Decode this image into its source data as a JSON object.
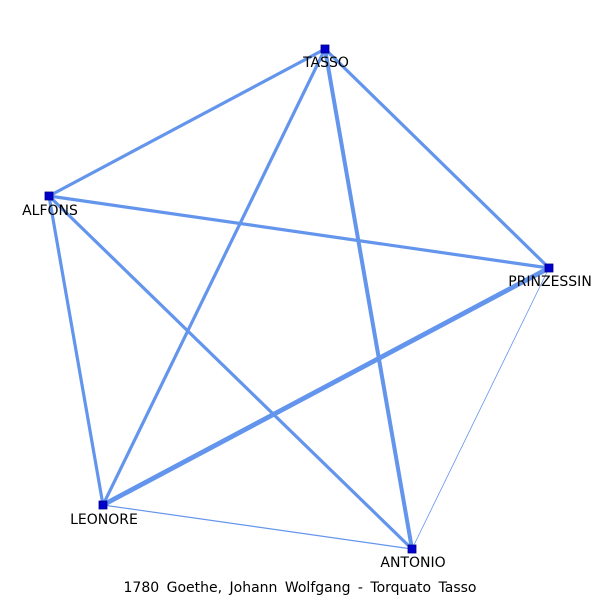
{
  "caption": "1780  Goethe,  Johann  Wolfgang  -  Torquato  Tasso",
  "colors": {
    "edge": "#6495ED",
    "node_fill": "#0000CD",
    "node_stroke": "#00008B",
    "label": "#000000"
  },
  "nodes": [
    {
      "id": "tasso",
      "label": "TASSO"
    },
    {
      "id": "alfons",
      "label": "ALFONS"
    },
    {
      "id": "prinzessin",
      "label": "PRINZESSIN"
    },
    {
      "id": "leonore",
      "label": "LEONORE"
    },
    {
      "id": "antonio",
      "label": "ANTONIO"
    }
  ],
  "edges": [
    {
      "source": "tasso",
      "target": "alfons",
      "weight": 4
    },
    {
      "source": "tasso",
      "target": "prinzessin",
      "weight": 4
    },
    {
      "source": "tasso",
      "target": "leonore",
      "weight": 4
    },
    {
      "source": "tasso",
      "target": "antonio",
      "weight": 5
    },
    {
      "source": "alfons",
      "target": "prinzessin",
      "weight": 4
    },
    {
      "source": "alfons",
      "target": "leonore",
      "weight": 4
    },
    {
      "source": "alfons",
      "target": "antonio",
      "weight": 4
    },
    {
      "source": "prinzessin",
      "target": "leonore",
      "weight": 6
    },
    {
      "source": "prinzessin",
      "target": "antonio",
      "weight": 1
    },
    {
      "source": "leonore",
      "target": "antonio",
      "weight": 1.5
    }
  ]
}
